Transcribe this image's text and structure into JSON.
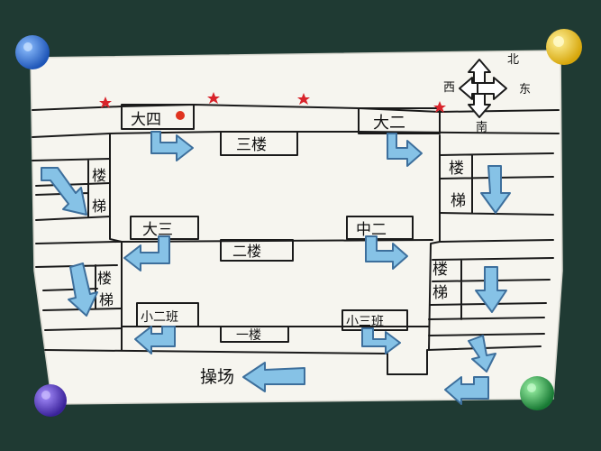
{
  "compass": {
    "north": "北",
    "east": "东",
    "west": "西",
    "south": "南"
  },
  "classrooms": {
    "da_si": "大四",
    "da_er": "大二",
    "da_san": "大三",
    "zhong_er": "中二",
    "xiao_er_ban": "小二班",
    "xiao_san_ban": "小三班"
  },
  "floors": {
    "third": "三楼",
    "second": "二楼",
    "first": "一楼"
  },
  "stairs": {
    "lou": "楼",
    "ti": "梯"
  },
  "exit": {
    "label": "操场"
  },
  "colors": {
    "board": "#1f3a33",
    "paper": "#f6f5ef",
    "ink": "#1a1a1a",
    "arrow_fill": "#86c2e6",
    "arrow_stroke": "#3d6f9c",
    "star": "#d9242b",
    "dot": "#e0331f",
    "pin_blue": "#1f6fd1",
    "pin_yellow": "#f5cc1a",
    "pin_purple": "#5b3ac9",
    "pin_green": "#2aa84d"
  }
}
